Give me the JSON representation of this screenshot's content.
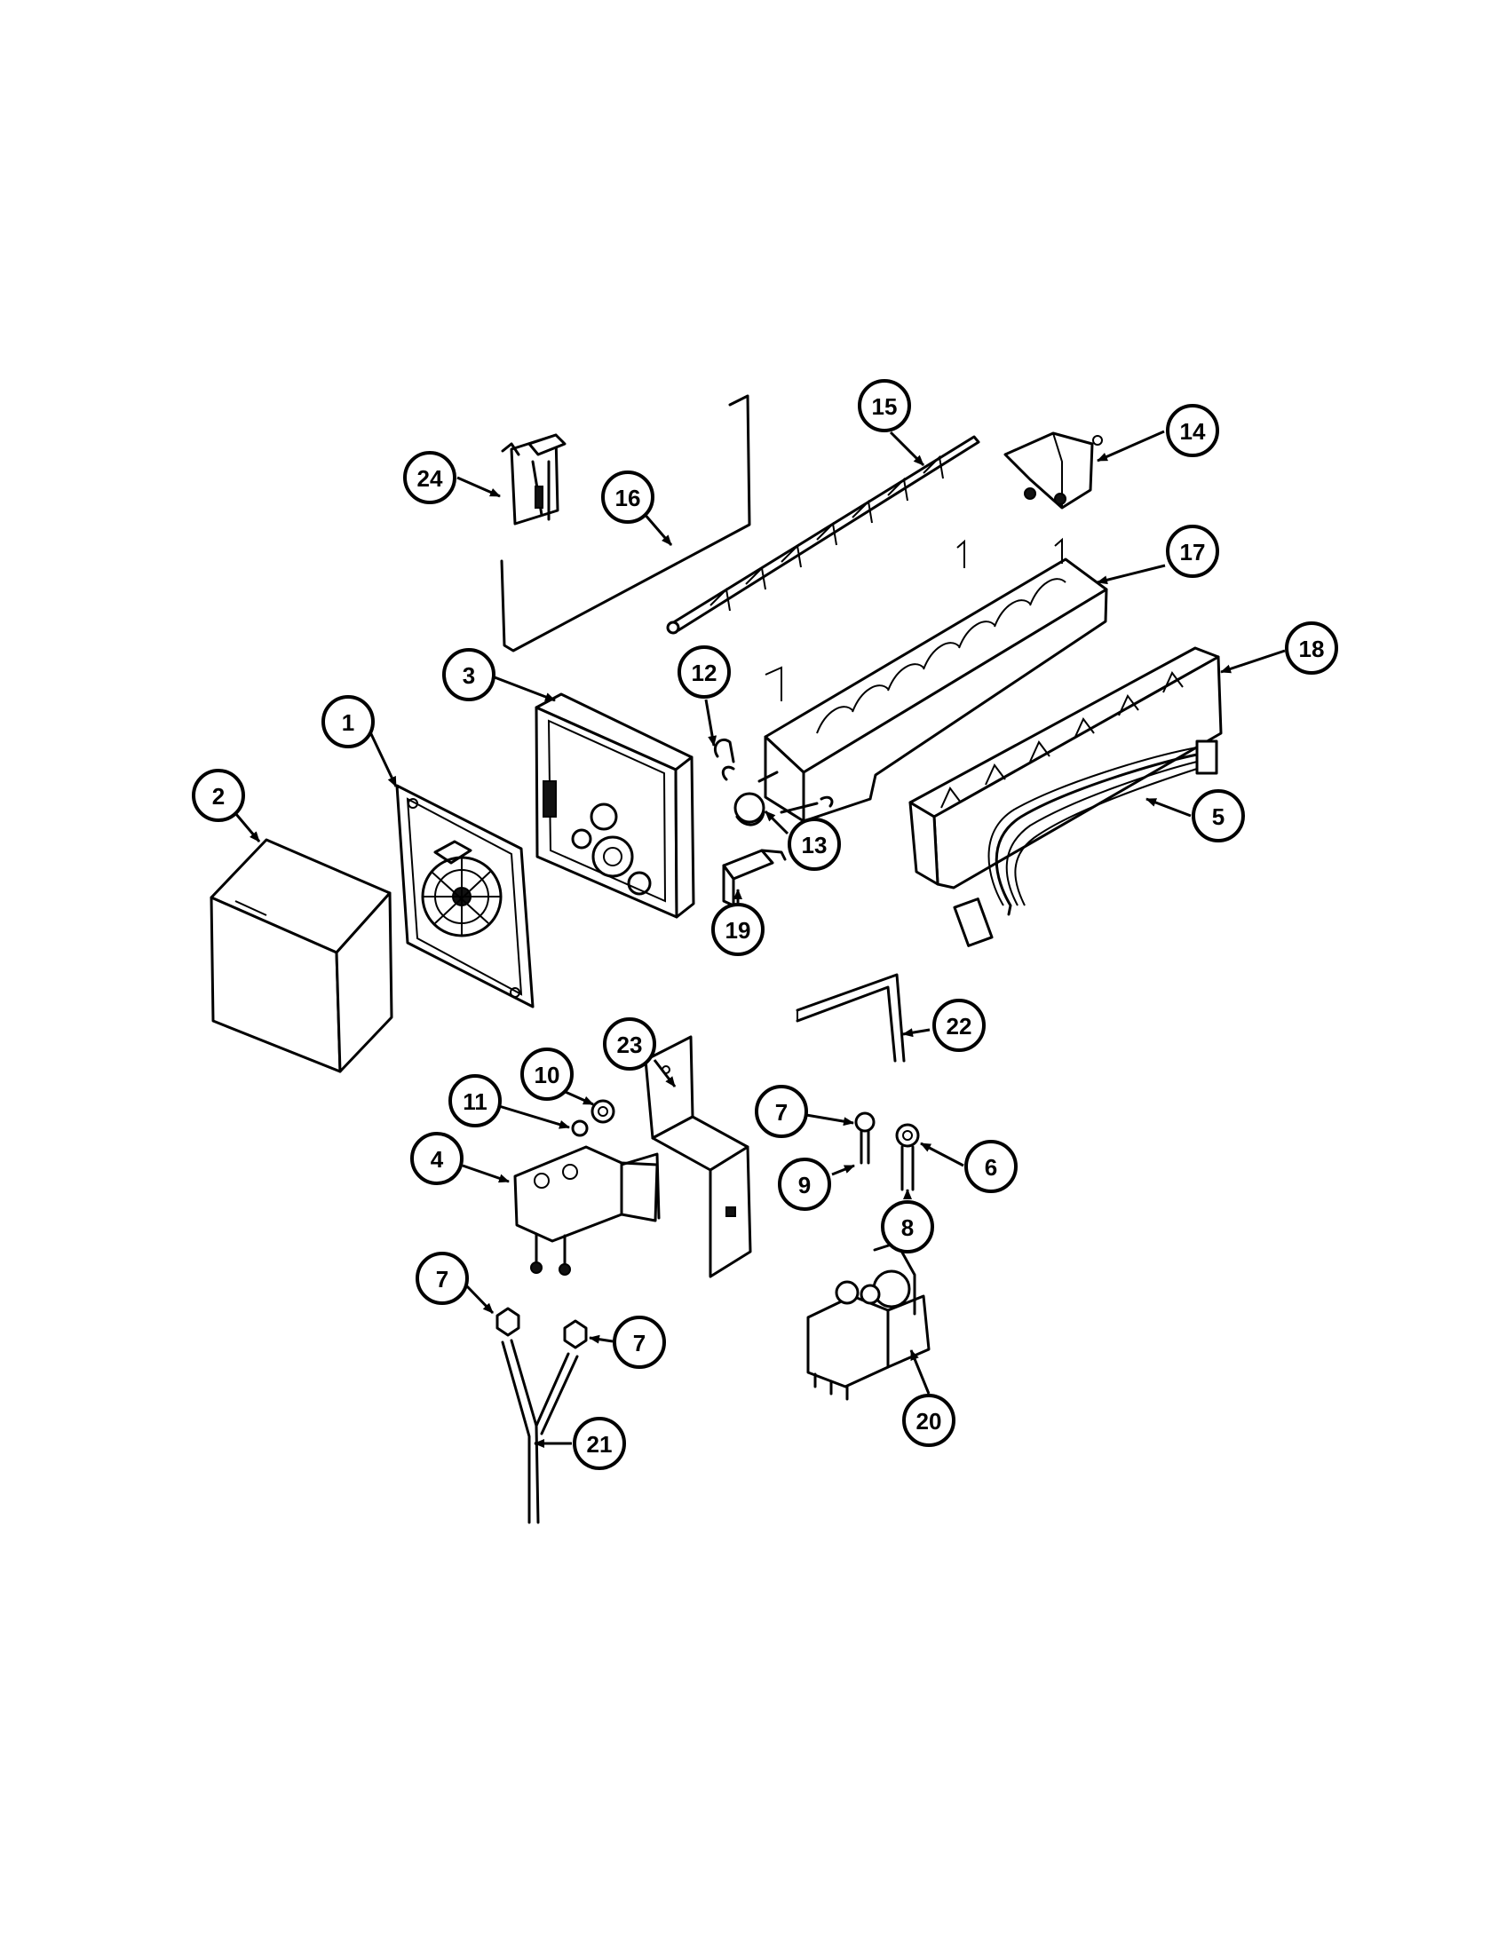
{
  "callouts": [
    "1",
    "2",
    "3",
    "4",
    "5",
    "6",
    "7",
    "8",
    "9",
    "10",
    "11",
    "12",
    "13",
    "14",
    "15",
    "16",
    "17",
    "18",
    "19",
    "20",
    "21",
    "22",
    "23",
    "24"
  ],
  "arrowhead_color": "#000000",
  "line_color": "#000000",
  "background": "#ffffff"
}
